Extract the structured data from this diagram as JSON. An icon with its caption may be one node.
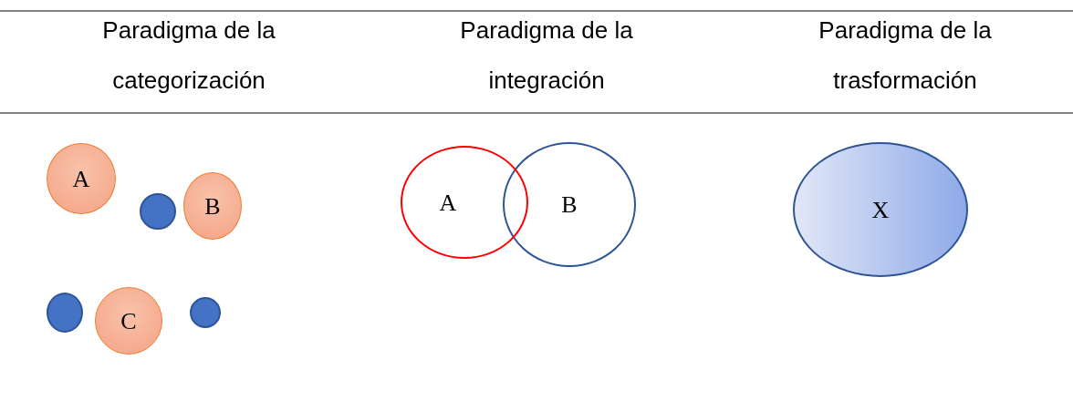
{
  "diagram": {
    "nodes": [
      {
        "text": [
          "A"
        ]
      },
      {
        "text": [],
        "shape": "circle"
      },
      {
        "text": [
          "B"
        ]
      },
      {
        "text": [],
        "shape": "circle"
      },
      {
        "text": [
          "C"
        ]
      },
      {
        "text": [],
        "shape": "circle"
      },
      {
        "text": [
          "A"
        ]
      },
      {
        "text": [
          "B"
        ]
      },
      {
        "text": [
          "X"
        ]
      }
    ],
    "labels": [
      "Paradigma de la categorización",
      "Paradigma de la integración",
      "Paradigma de la trasformación"
    ]
  }
}
